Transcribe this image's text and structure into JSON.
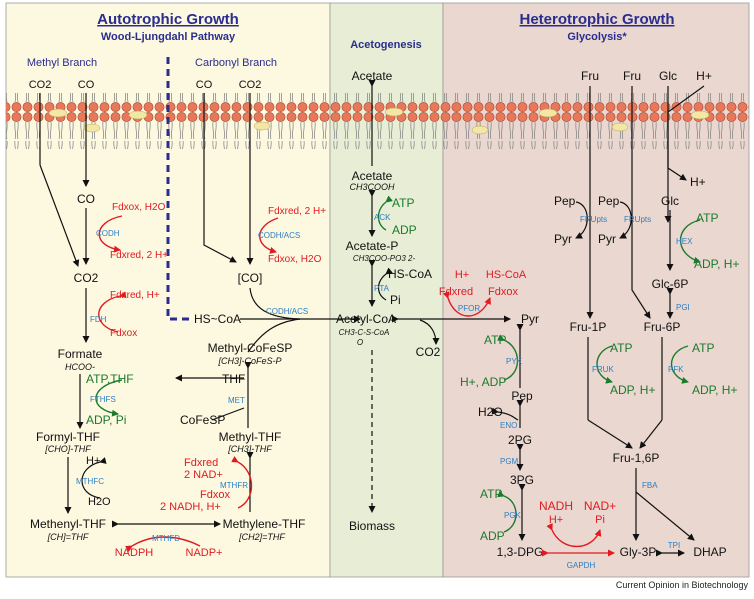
{
  "sections": {
    "autotrophic_title": "Autotrophic Growth",
    "autotrophic_sub": "Wood-Ljungdahl Pathway",
    "methyl_branch": "Methyl Branch",
    "carbonyl_branch": "Carbonyl Branch",
    "acetogenesis": "Acetogenesis",
    "heterotrophic_title": "Heterotrophic Growth",
    "heterotrophic_sub": "Glycolysis*"
  },
  "colors": {
    "autotrophic_bg": "#fdf8e0",
    "acetogenesis_bg": "#e7eed5",
    "heterotrophic_bg": "#ead7cf",
    "enzyme": "#2a7fc4",
    "cofactor_red": "#e11b22",
    "energy_green": "#1b7a2e",
    "header_blue": "#2a2d8f"
  },
  "methyl": {
    "co2_top": "CO2",
    "co_top": "CO",
    "co": "CO",
    "codh": "CODH",
    "fdx_ox_h2o": "Fdxox, H2O",
    "fdx_red_2h": "Fdxred, 2 H+",
    "co2": "CO2",
    "fdx_red_h": "Fdxred, H+",
    "fdh": "FDH",
    "fdx_ox": "Fdxox",
    "formate": "Formate",
    "formate_formula": "HCOO-",
    "atp_thf": "ATP,THF",
    "fthfs": "FTHFS",
    "adp_pi": "ADP, Pi",
    "formyl_thf": "Formyl-THF",
    "formyl_formula": "[CHO]-THF",
    "h_plus": "H+",
    "mthfc": "MTHFC",
    "h2o": "H2O",
    "methenyl_thf": "Methenyl-THF",
    "methenyl_formula": "[CH]=THF",
    "mthfd": "MTHFD",
    "nadph": "NADPH",
    "nadp": "NADP+"
  },
  "carbonyl": {
    "co_top": "CO",
    "co2_top": "CO2",
    "fdx_red_2h": "Fdxred, 2 H+",
    "codh_acs": "CODH/ACS",
    "fdx_ox_h2o": "Fdxox, H2O",
    "co_bracket": "[CO]",
    "hs_coa": "HS~CoA",
    "codh_acs2": "CODH/ACS",
    "methyl_cofesp": "Methyl-CoFeSP",
    "methyl_cofesp_formula": "[CH3]-CoFeS-P",
    "thf": "THF",
    "met": "MET",
    "cofesp": "CoFeSP",
    "methyl_thf": "Methyl-THF",
    "methyl_thf_formula": "[CH3]-THF",
    "fdx_red": "Fdxred",
    "two_nad": "2 NAD+",
    "mthfr": "MTHFR",
    "fdx_ox": "Fdxox",
    "two_nadh": "2 NADH, H+",
    "methylene_thf": "Methylene-THF",
    "methylene_formula": "[CH2]=THF"
  },
  "aceto": {
    "acetate": "Acetate",
    "acetate_formula": "CH3COOH",
    "atp": "ATP",
    "ack": "ACK",
    "adp": "ADP",
    "acetyl_p": "Acetate-P",
    "acetyl_p_formula": "CH3COO-PO3 2-",
    "hs_coa": "HS-CoA",
    "pta": "PTA",
    "pi": "Pi",
    "acetyl_coa": "Acetyl-CoA",
    "acetyl_coa_formula": "CH3-C-S-CoA",
    "acetyl_coa_o": "O",
    "biomass": "Biomass"
  },
  "glyco": {
    "fru1": "Fru",
    "fru2": "Fru",
    "glc": "Glc",
    "h_top": "H+",
    "h_right": "H+",
    "pep1": "Pep",
    "pep2": "Pep",
    "frupts1": "FRUpts",
    "frupts2": "FRUpts",
    "pyr1": "Pyr",
    "pyr2": "Pyr",
    "glc2": "Glc",
    "atp_hex": "ATP",
    "hex": "HEX",
    "adp_hex": "ADP, H+",
    "glc6p": "Glc-6P",
    "pgi": "PGI",
    "h_pfor": "H+",
    "hs_coa_pfor": "HS-CoA",
    "fdx_red_pfor": "Fdxred",
    "fdx_ox_pfor": "Fdxox",
    "pfor": "PFOR",
    "pyr": "Pyr",
    "co2": "CO2",
    "fru1p": "Fru-1P",
    "fru6p": "Fru-6P",
    "atp_pyk": "ATP",
    "pyk": "PYK",
    "h_adp": "H+, ADP",
    "pep": "Pep",
    "atp_fruk": "ATP",
    "fruk": "FRUK",
    "adp_fruk": "ADP, H+",
    "atp_pfk": "ATP",
    "pfk": "PFK",
    "adp_pfk": "ADP, H+",
    "h2o": "H2O",
    "eno": "ENO",
    "pg2": "2PG",
    "pgm": "PGM",
    "pg3": "3PG",
    "fru16p": "Fru-1,6P",
    "atp_pgk": "ATP",
    "pgk": "PGK",
    "adp_pgk": "ADP",
    "nadh": "NADH",
    "h_gap": "H+",
    "nad": "NAD+",
    "pi_gap": "Pi",
    "fba": "FBA",
    "dpg": "1,3-DPG",
    "gapdh": "GAPDH",
    "gly3p": "Gly-3P",
    "tpi": "TPI",
    "dhap": "DHAP"
  },
  "footer": "Current Opinion in Biotechnology"
}
